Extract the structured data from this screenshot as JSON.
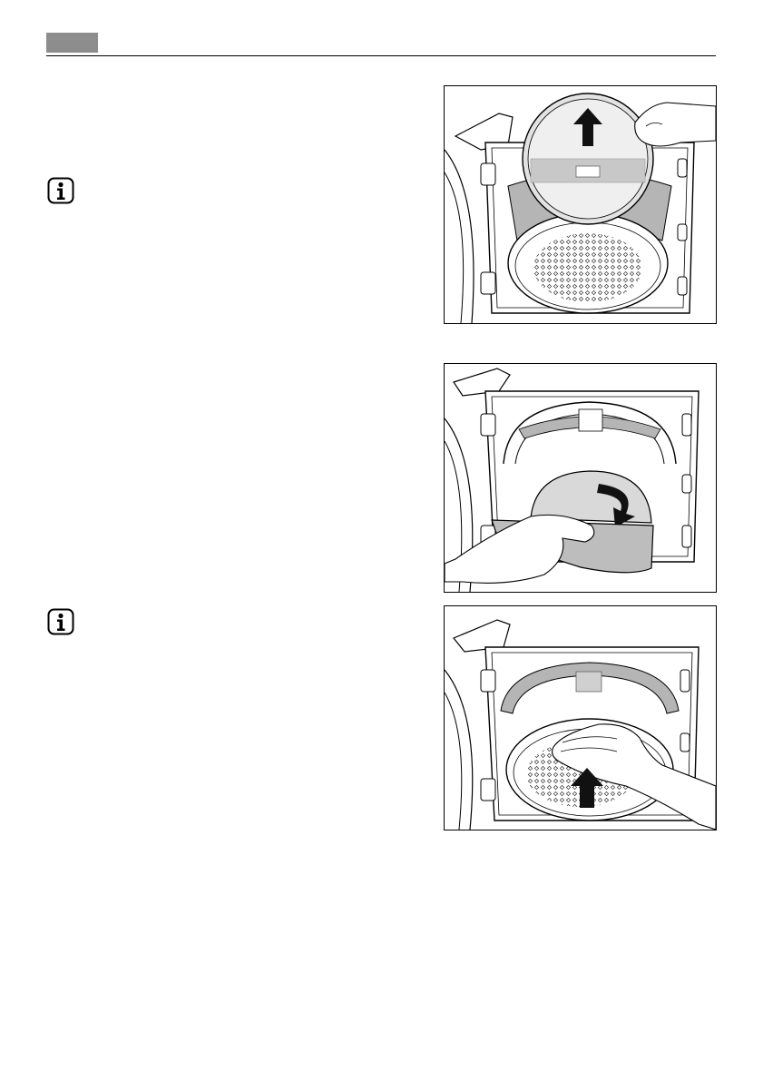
{
  "header": {
    "tab_color": "#8d8d8d",
    "rule_color": "#000000"
  },
  "icons": {
    "info_1": "info-icon",
    "info_2": "info-icon"
  },
  "illustrations": [
    {
      "name": "fig-lift-filter",
      "icon": "up-arrow-icon"
    },
    {
      "name": "fig-tilt-filter",
      "icon": "curved-arrow-icon"
    },
    {
      "name": "fig-push-filter",
      "icon": "up-arrow-icon"
    }
  ],
  "colors": {
    "filter_gray": "#b5b5b5",
    "line": "#000000",
    "arrow": "#111111"
  }
}
